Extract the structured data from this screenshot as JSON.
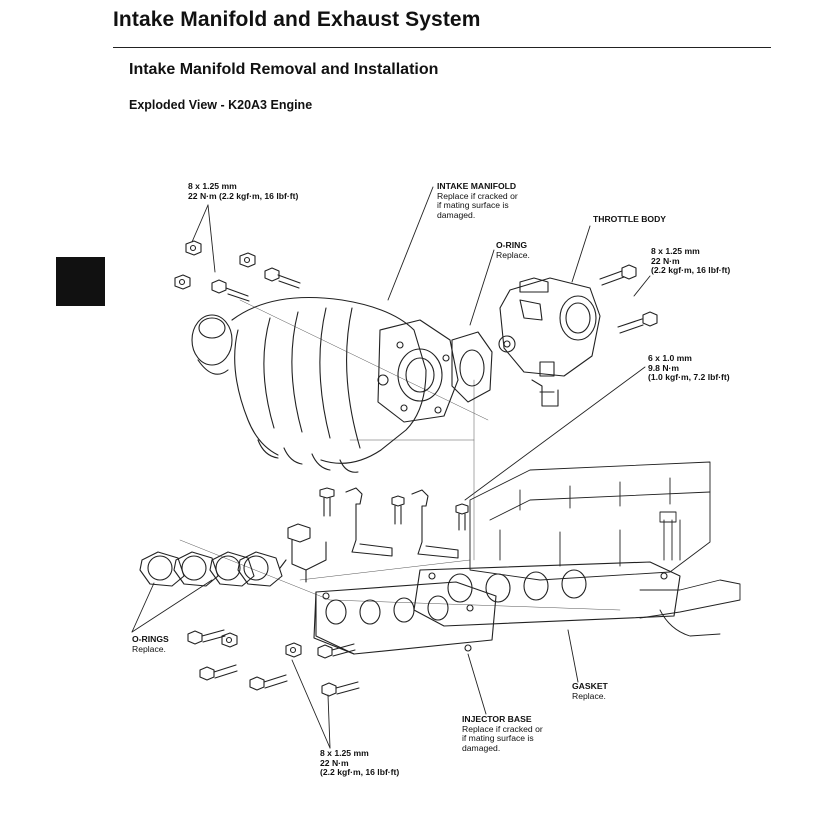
{
  "header": {
    "title": "Intake Manifold and Exhaust System",
    "section": "Intake Manifold Removal and Installation",
    "subsection": "Exploded View - K20A3 Engine"
  },
  "callouts": {
    "bolt_top_left": {
      "size": "8 x 1.25 mm",
      "torque": "22 N·m (2.2 kgf·m, 16 lbf·ft)"
    },
    "intake_manifold": {
      "name": "INTAKE MANIFOLD",
      "note1": "Replace if cracked or",
      "note2": "if mating surface is",
      "note3": "damaged."
    },
    "throttle_body": {
      "name": "THROTTLE BODY"
    },
    "o_ring": {
      "name": "O-RING",
      "note": "Replace."
    },
    "bolt_throttle": {
      "size": "8 x 1.25 mm",
      "torque_nm": "22 N·m",
      "torque_other": "(2.2 kgf·m, 16 lbf·ft)"
    },
    "bolt_bracket": {
      "size": "6 x 1.0 mm",
      "torque_nm": "9.8 N·m",
      "torque_other": "(1.0 kgf·m, 7.2 lbf·ft)"
    },
    "o_rings": {
      "name": "O-RINGS",
      "note": "Replace."
    },
    "gasket": {
      "name": "GASKET",
      "note": "Replace."
    },
    "injector_base": {
      "name": "INJECTOR BASE",
      "note1": "Replace if cracked or",
      "note2": "if mating surface is",
      "note3": "damaged."
    },
    "bolt_bottom": {
      "size": "8 x 1.25 mm",
      "torque_nm": "22 N·m",
      "torque_other": "(2.2 kgf·m, 16 lbf·ft)"
    }
  }
}
